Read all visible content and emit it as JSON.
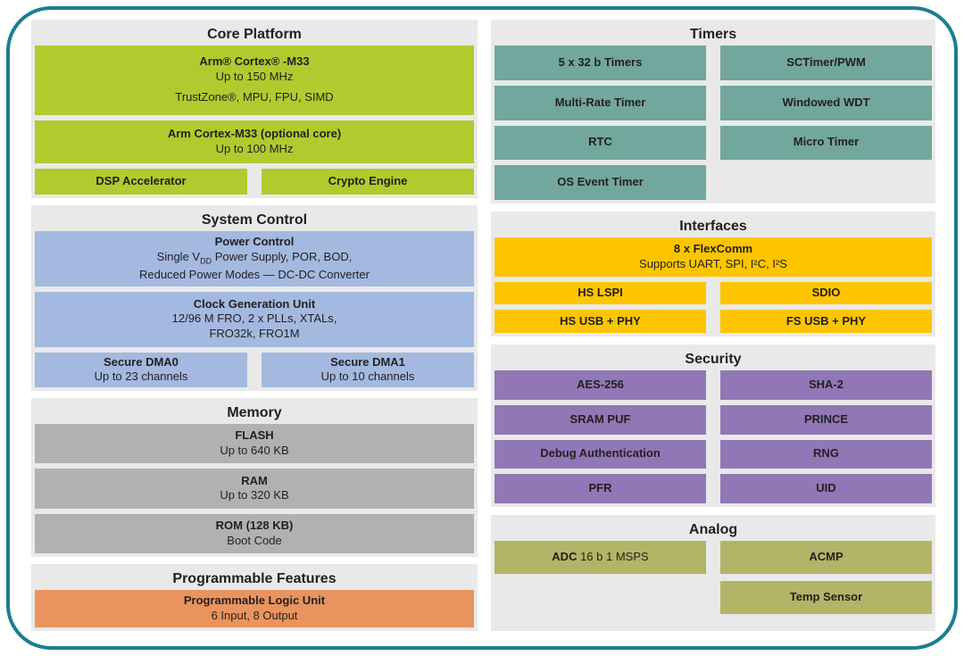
{
  "colors": {
    "page-bg": "#ffffff",
    "frame-border": "#1b7e8f",
    "panel-bg": "#e9e9e9",
    "text": "#231f20",
    "green": "#b2ca2e",
    "blue": "#a4b9e0",
    "gray": "#b1b1b1",
    "orange": "#e9945e",
    "teal": "#72a79d",
    "yellow": "#fdc500",
    "purple": "#9177b5",
    "olive": "#b4b466"
  },
  "core_platform": {
    "title": "Core Platform",
    "cm33": {
      "title": "Arm® Cortex® -M33",
      "subtitle": "Up to 150 MHz",
      "features": "TrustZone®, MPU, FPU, SIMD"
    },
    "cm33_opt": {
      "title": "Arm Cortex-M33 (optional core)",
      "subtitle": "Up to 100 MHz"
    },
    "dsp": "DSP Accelerator",
    "crypto": "Crypto Engine"
  },
  "system_control": {
    "title": "System Control",
    "power": {
      "title": "Power Control",
      "l1a": "Single V",
      "l1sub": "DD",
      "l1b": " Power Supply, POR, BOD,",
      "l2": "Reduced Power Modes — DC-DC Converter"
    },
    "clock": {
      "title": "Clock Generation Unit",
      "l1": "12/96 M FRO, 2 x PLLs, XTALs,",
      "l2": "FRO32k, FRO1M"
    },
    "dma0": {
      "title": "Secure DMA0",
      "subtitle": "Up to 23 channels"
    },
    "dma1": {
      "title": "Secure DMA1",
      "subtitle": "Up to 10 channels"
    }
  },
  "memory": {
    "title": "Memory",
    "flash": {
      "title": "FLASH",
      "subtitle": "Up to 640 KB"
    },
    "ram": {
      "title": "RAM",
      "subtitle": "Up to 320 KB"
    },
    "rom": {
      "title": "ROM (128 KB)",
      "subtitle": "Boot Code"
    }
  },
  "programmable": {
    "title": "Programmable Features",
    "plu": {
      "title": "Programmable Logic Unit",
      "subtitle": "6 Input, 8 Output"
    }
  },
  "timers": {
    "title": "Timers",
    "left": [
      "5 x 32 b Timers",
      "Multi-Rate Timer",
      "RTC",
      "OS Event Timer"
    ],
    "right": [
      "SCTimer/PWM",
      "Windowed WDT",
      "Micro Timer"
    ]
  },
  "interfaces": {
    "title": "Interfaces",
    "flexcomm": {
      "title": "8 x FlexComm",
      "subtitle": "Supports UART, SPI, I²C, I²S"
    },
    "left": [
      "HS LSPI",
      "HS USB + PHY"
    ],
    "right": [
      "SDIO",
      "FS USB + PHY"
    ]
  },
  "security": {
    "title": "Security",
    "left": [
      "AES-256",
      "SRAM PUF",
      "Debug Authentication",
      "PFR"
    ],
    "right": [
      "SHA-2",
      "PRINCE",
      "RNG",
      "UID"
    ]
  },
  "analog": {
    "title": "Analog",
    "adc": {
      "bold": "ADC",
      "rest": " 16 b 1 MSPS"
    },
    "acmp": "ACMP",
    "temp": "Temp Sensor"
  }
}
